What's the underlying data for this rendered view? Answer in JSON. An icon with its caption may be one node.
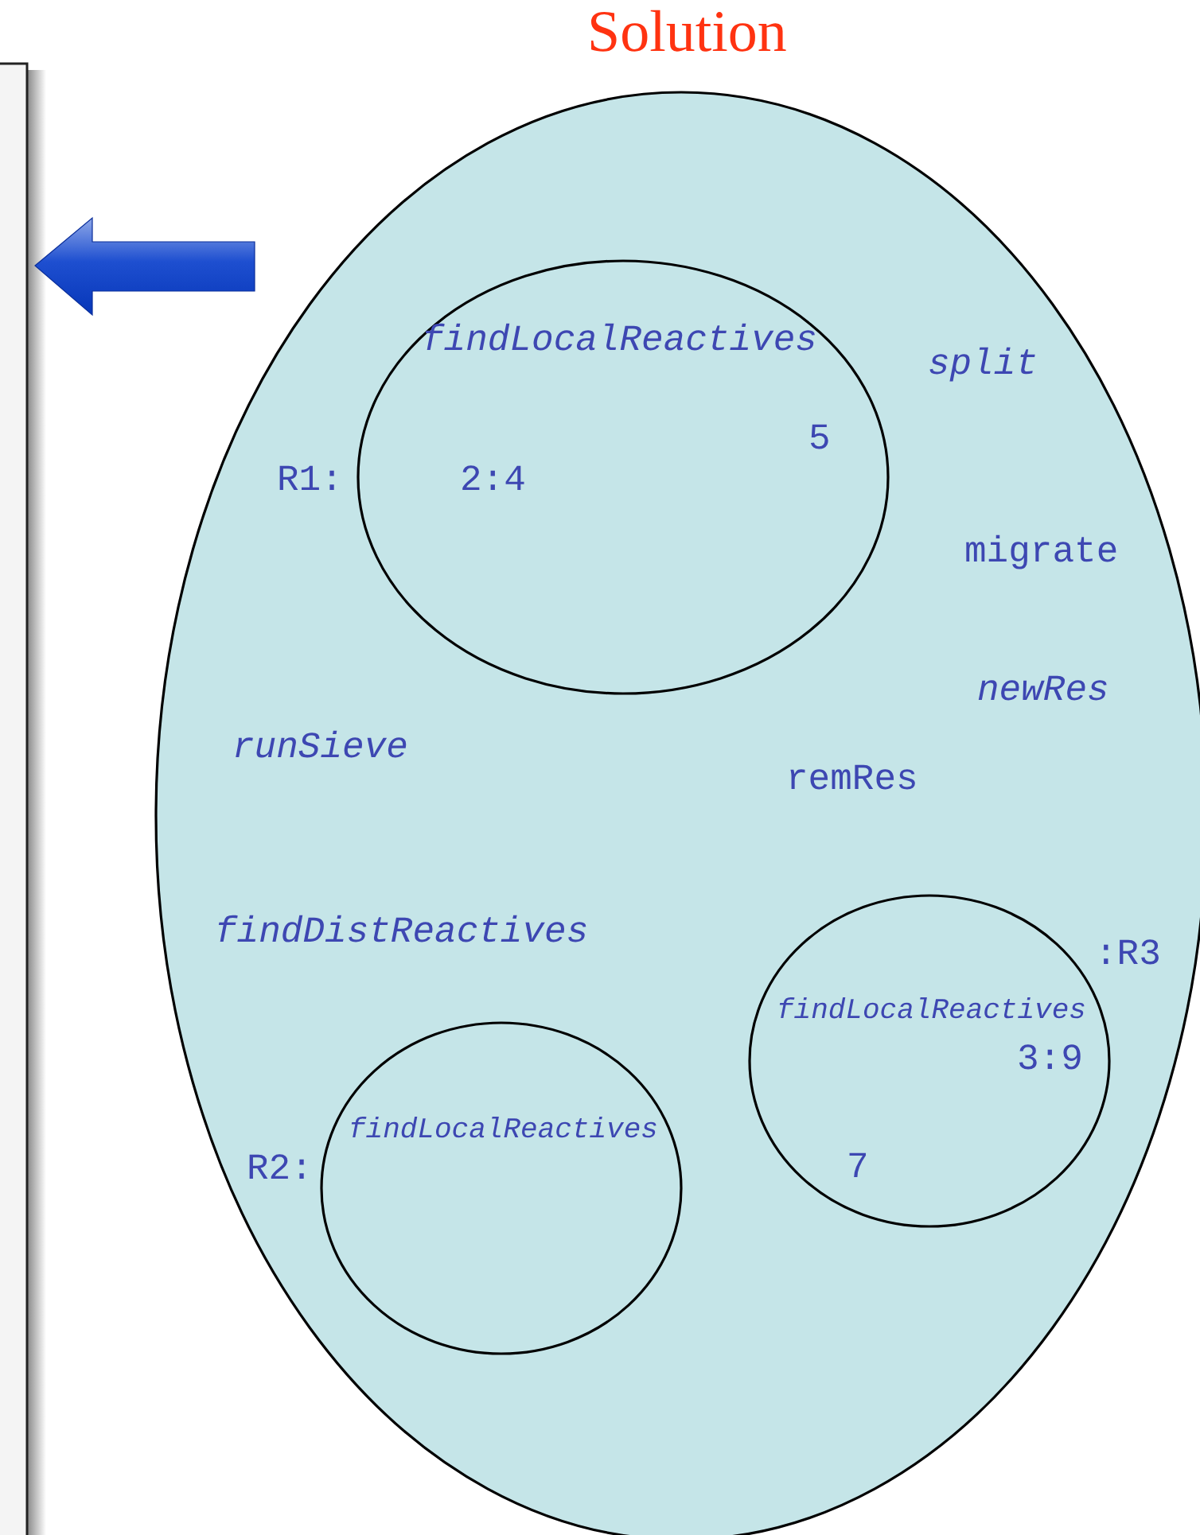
{
  "diagram": {
    "nodes": [
      {
        "text": [
          "Solution",
          "split",
          "migrate",
          "newRes",
          "runSieve",
          "remRes",
          "findDistReactives"
        ]
      },
      {
        "text": [
          "findLocalReactives",
          "5",
          "2:4"
        ],
        "beside": [
          "R1:"
        ],
        "in": 0
      },
      {
        "text": [
          "findLocalReactives",
          "3:9",
          "7"
        ],
        "beside": [
          ":R3"
        ],
        "in": 0
      },
      {
        "text": [
          "findLocalReactives"
        ],
        "beside": [
          "R2:"
        ],
        "in": 0
      }
    ]
  }
}
